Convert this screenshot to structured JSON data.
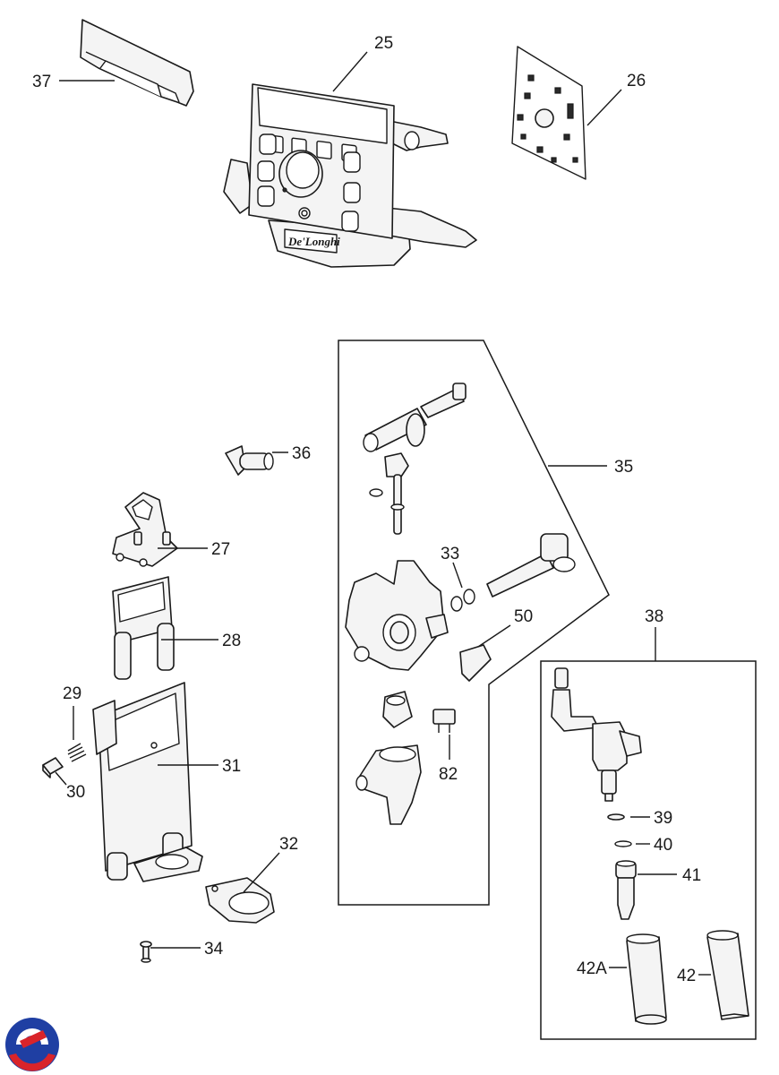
{
  "brand": {
    "name": "De'Longhi"
  },
  "callouts": {
    "c25": "25",
    "c26": "26",
    "c27": "27",
    "c28": "28",
    "c29": "29",
    "c30": "30",
    "c31": "31",
    "c32": "32",
    "c33": "33",
    "c34": "34",
    "c35": "35",
    "c36": "36",
    "c37": "37",
    "c38": "38",
    "c39": "39",
    "c40": "40",
    "c41": "41",
    "c42": "42",
    "c42a": "42A",
    "c50": "50",
    "c82": "82"
  },
  "colors": {
    "line": "#1a1a1a",
    "logo_blue": "#1f3fa3",
    "logo_red": "#d9242a"
  }
}
